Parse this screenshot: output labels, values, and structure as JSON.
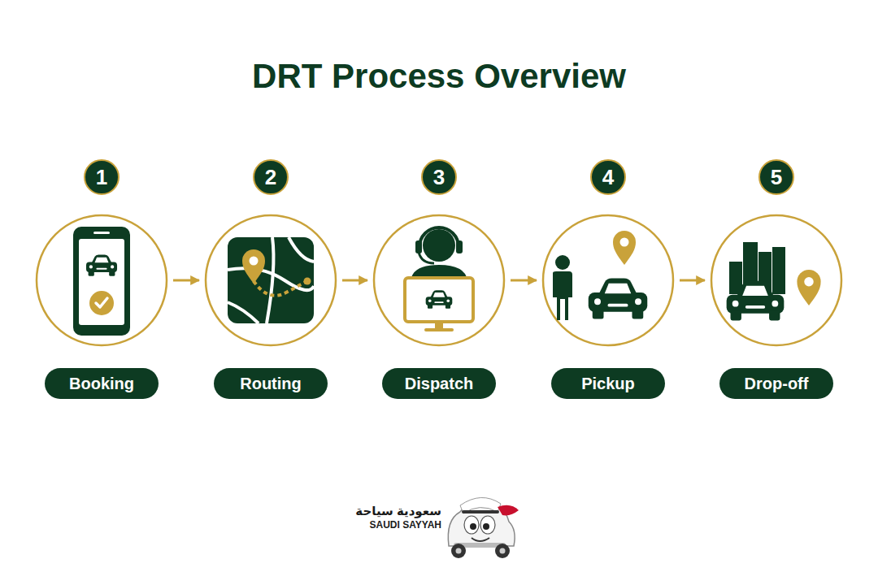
{
  "diagram": {
    "title": "DRT Process Overview",
    "nodes": [
      {
        "text": [
          "1",
          "Booking"
        ]
      },
      {
        "text": [
          "2",
          "Routing"
        ]
      },
      {
        "text": [
          "3",
          "Dispatch"
        ]
      },
      {
        "text": [
          "4",
          "Pickup"
        ]
      },
      {
        "text": [
          "5",
          "Drop-off"
        ]
      }
    ],
    "edges": [
      {
        "from": 0,
        "to": 1,
        "arrow": "to"
      },
      {
        "from": 1,
        "to": 2,
        "arrow": "to"
      },
      {
        "from": 2,
        "to": 3,
        "arrow": "to"
      },
      {
        "from": 3,
        "to": 4,
        "arrow": "to"
      }
    ],
    "labels": [
      "سعودية سياحة",
      "SAUDI SAYYAH"
    ]
  }
}
